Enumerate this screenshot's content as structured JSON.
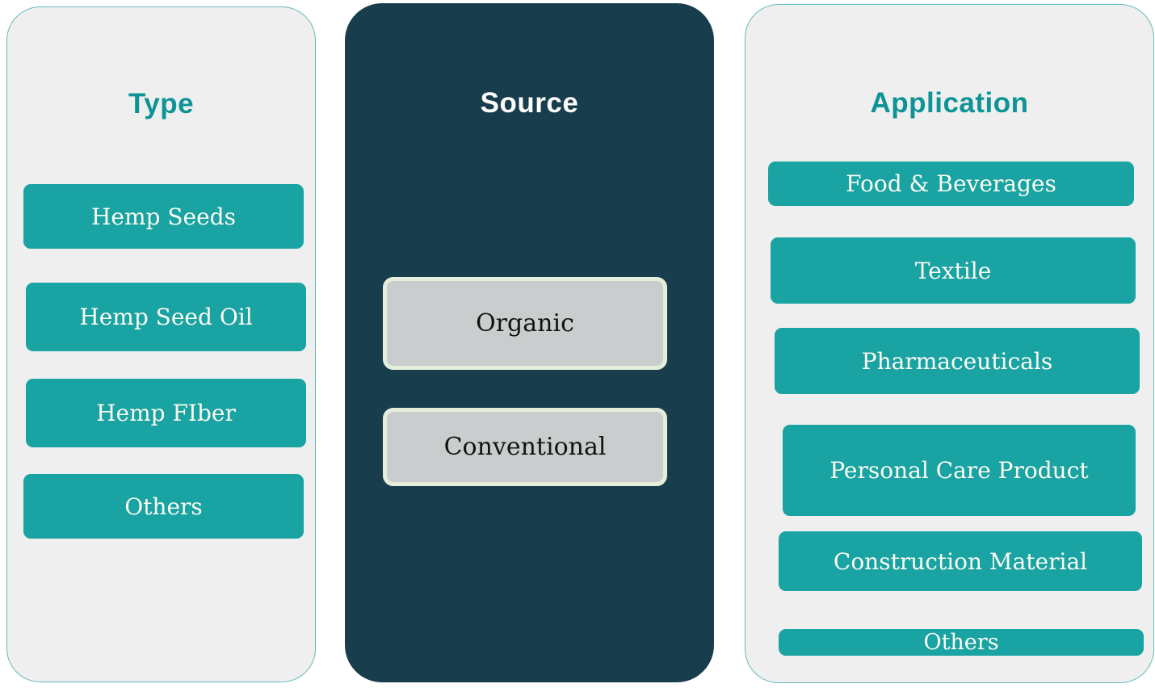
{
  "diagram": {
    "description": "Market segmentation diagram with three category panels",
    "panels": [
      {
        "title": "Type",
        "theme": "light",
        "items": [
          {
            "label": "Hemp Seeds"
          },
          {
            "label": "Hemp Seed Oil"
          },
          {
            "label": "Hemp FIber"
          },
          {
            "label": "Others"
          }
        ]
      },
      {
        "title": "Source",
        "theme": "dark",
        "items": [
          {
            "label": "Organic"
          },
          {
            "label": "Conventional"
          }
        ]
      },
      {
        "title": "Application",
        "theme": "light",
        "items": [
          {
            "label": "Food & Beverages"
          },
          {
            "label": "Textile"
          },
          {
            "label": "Pharmaceuticals"
          },
          {
            "label": "Personal Care Product"
          },
          {
            "label": "Construction Material"
          },
          {
            "label": "Others"
          }
        ]
      }
    ]
  },
  "colors": {
    "teal_node": "#1AA3A3",
    "teal_title": "#0E9396",
    "dark_panel_bg": "#183D4C",
    "light_panel_bg": "#EFEFEF",
    "light_panel_border": "#64BBBB",
    "gray_node_fill": "#C9CDCD",
    "gray_node_border": "#E5EEDB",
    "node_text_light": "#FBFBF2",
    "node_text_dark": "#131313"
  }
}
